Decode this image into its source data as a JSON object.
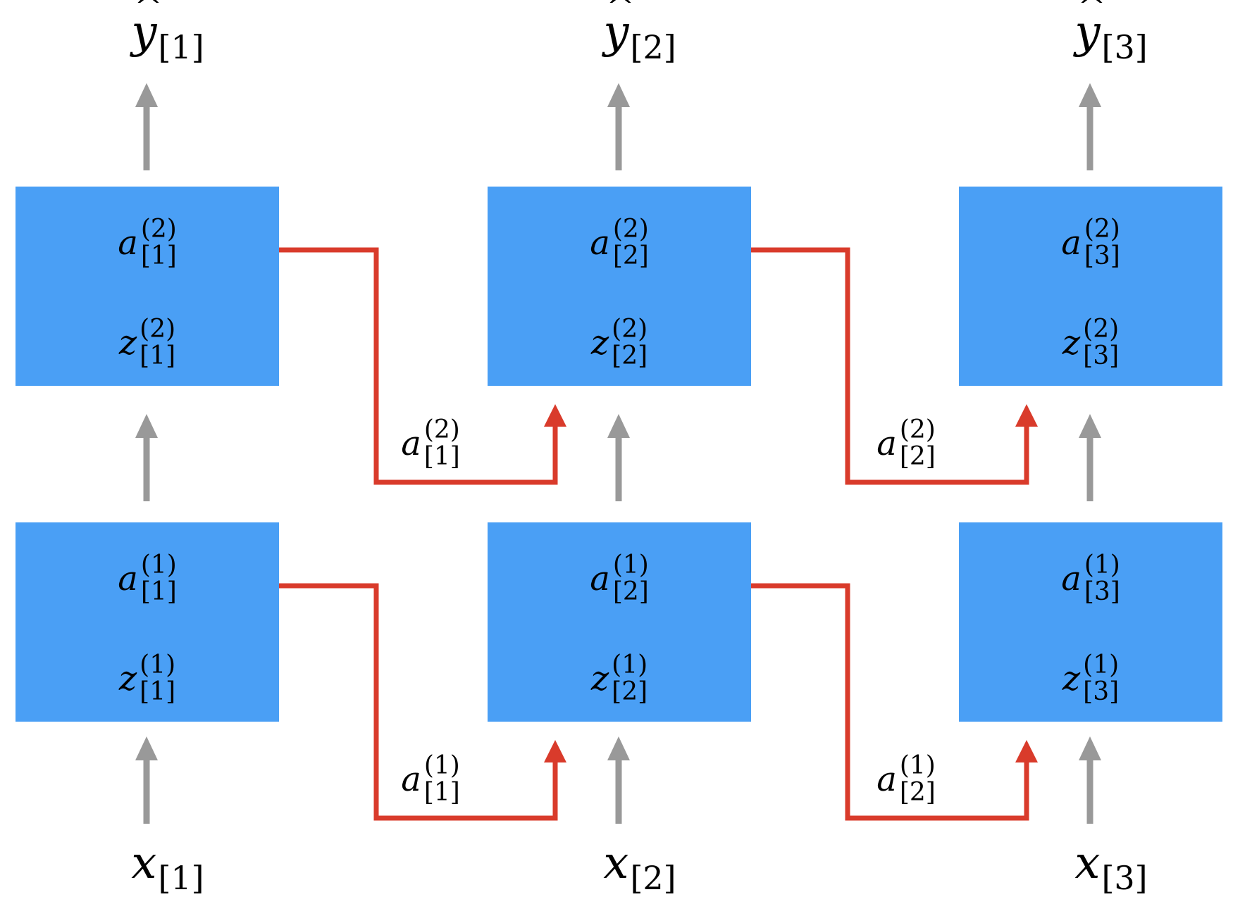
{
  "colors": {
    "cell_fill": "#4a9ff5",
    "recurrent_edge": "#d93b2b",
    "feedforward_edge": "#999999"
  },
  "timesteps": [
    {
      "output": {
        "var": "y",
        "hat": "^",
        "sub": "[1]"
      },
      "input": {
        "var": "x",
        "sub": "[1]"
      },
      "layer2": {
        "a": {
          "var": "a",
          "sup": "(2)",
          "sub": "[1]"
        },
        "z": {
          "var": "z",
          "sup": "(2)",
          "sub": "[1]"
        }
      },
      "layer1": {
        "a": {
          "var": "a",
          "sup": "(1)",
          "sub": "[1]"
        },
        "z": {
          "var": "z",
          "sup": "(1)",
          "sub": "[1]"
        }
      }
    },
    {
      "output": {
        "var": "y",
        "hat": "^",
        "sub": "[2]"
      },
      "input": {
        "var": "x",
        "sub": "[2]"
      },
      "layer2": {
        "a": {
          "var": "a",
          "sup": "(2)",
          "sub": "[2]"
        },
        "z": {
          "var": "z",
          "sup": "(2)",
          "sub": "[2]"
        }
      },
      "layer1": {
        "a": {
          "var": "a",
          "sup": "(1)",
          "sub": "[2]"
        },
        "z": {
          "var": "z",
          "sup": "(1)",
          "sub": "[2]"
        }
      }
    },
    {
      "output": {
        "var": "y",
        "hat": "^",
        "sub": "[3]"
      },
      "input": {
        "var": "x",
        "sub": "[3]"
      },
      "layer2": {
        "a": {
          "var": "a",
          "sup": "(2)",
          "sub": "[3]"
        },
        "z": {
          "var": "z",
          "sup": "(2)",
          "sub": "[3]"
        }
      },
      "layer1": {
        "a": {
          "var": "a",
          "sup": "(1)",
          "sub": "[3]"
        },
        "z": {
          "var": "z",
          "sup": "(1)",
          "sub": "[3]"
        }
      }
    }
  ],
  "recurrent_labels": {
    "layer2": [
      {
        "var": "a",
        "sup": "(2)",
        "sub": "[1]"
      },
      {
        "var": "a",
        "sup": "(2)",
        "sub": "[2]"
      }
    ],
    "layer1": [
      {
        "var": "a",
        "sup": "(1)",
        "sub": "[1]"
      },
      {
        "var": "a",
        "sup": "(1)",
        "sub": "[2]"
      }
    ]
  }
}
